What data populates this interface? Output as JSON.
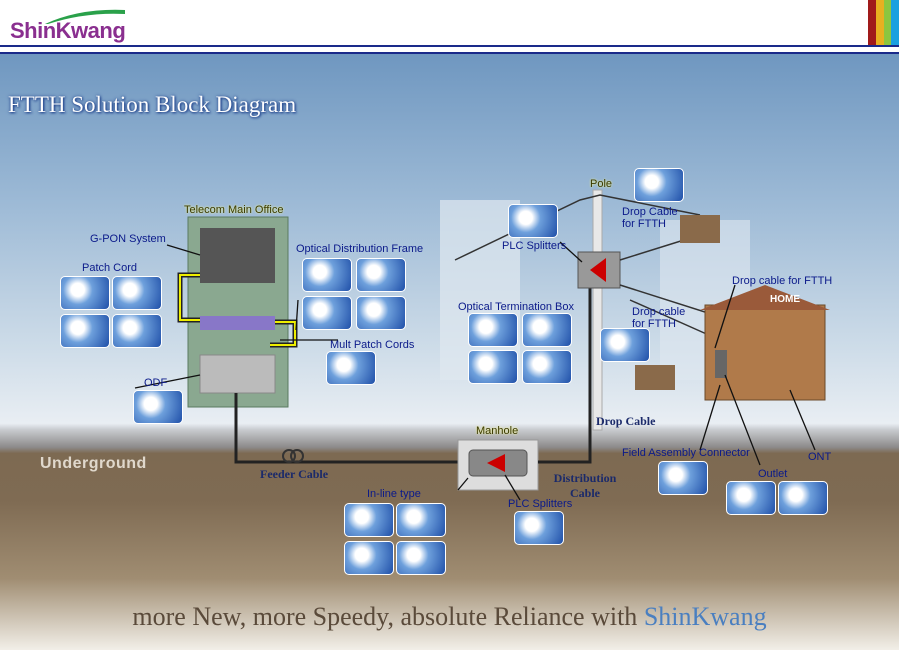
{
  "brand": {
    "name": "ShinKwang",
    "stripes": [
      "#a01a1a",
      "#e8b020",
      "#8cc63f",
      "#1aa0e0"
    ]
  },
  "title": "FTTH Solution Block Diagram",
  "labels": {
    "telecom_main_office": "Telecom Main Office",
    "gpon_system": "G-PON System",
    "patch_cord": "Patch Cord",
    "optical_distribution_frame": "Optical Distribution Frame",
    "mult_patch_cords": "Mult Patch Cords",
    "odf": "ODF",
    "pole": "Pole",
    "plc_splitters_top": "PLC Splitters",
    "drop_cable_ftth_1": "Drop Cable for FTTH",
    "drop_cable_ftth_2": "Drop cable for FTTH",
    "drop_cable_ftth_3": "Drop cable for FTTH",
    "optical_termination_box": "Optical Termination Box",
    "home": "HOME",
    "drop_cable": "Drop Cable",
    "underground": "Underground",
    "feeder_cable": "Feeder Cable",
    "manhole": "Manhole",
    "distribution_cable": "Distribution Cable",
    "inline_type": "In-line type",
    "plc_splitters_bottom": "PLC Splitters",
    "field_assembly_connector": "Field Assembly Connector",
    "outlet": "Outlet",
    "ont": "ONT"
  },
  "slogan": {
    "text": "more New, more Speedy, absolute Reliance with ",
    "brand": "ShinKwang"
  }
}
